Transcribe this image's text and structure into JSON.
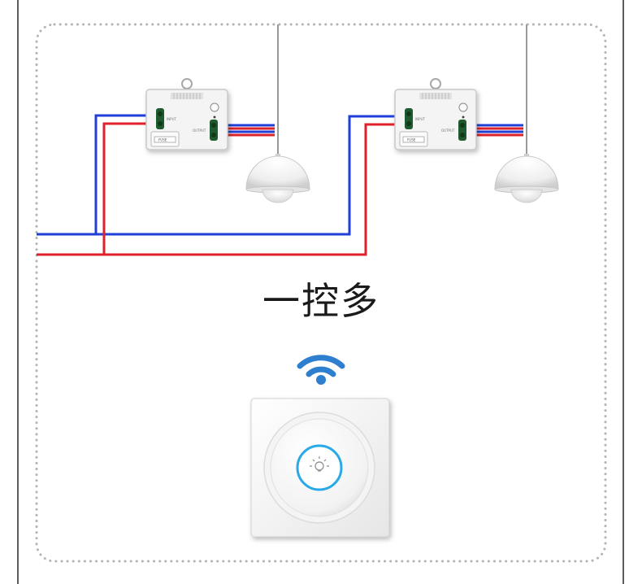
{
  "caption": "一控多",
  "modules": [
    {
      "input_label": "INPUT",
      "output_label": "OUTPUT",
      "fuse_label": "FUSE"
    },
    {
      "input_label": "INPUT",
      "output_label": "OUTPUT",
      "fuse_label": "FUSE"
    }
  ],
  "lamps": [
    {
      "icon": "pendant-lamp"
    },
    {
      "icon": "pendant-lamp"
    }
  ],
  "remote": {
    "icon": "light-bulb-icon",
    "signal_icon": "wifi-icon"
  },
  "colors": {
    "live_wire": "#e0202a",
    "neutral_wire": "#1f3fd8",
    "signal": "#2e7fd0",
    "ring": "#29a9e6",
    "border": "#b4b4b4"
  }
}
